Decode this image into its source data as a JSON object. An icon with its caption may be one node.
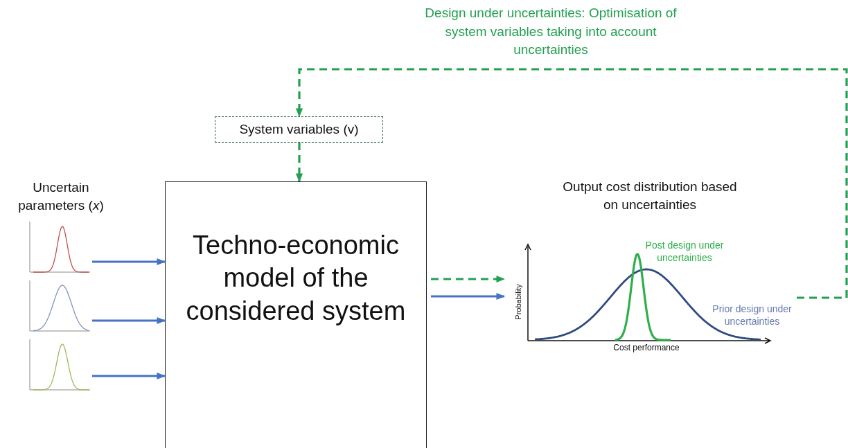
{
  "diagram": {
    "nodes": [
      {
        "text": [],
        "shape": "picture"
      },
      {
        "text": [],
        "shape": "picture"
      },
      {
        "text": [],
        "shape": "picture"
      },
      {
        "text": [
          "Techno-economic model of the considered system"
        ]
      },
      {
        "text": [
          "System variables (v)"
        ]
      },
      {
        "text": [
          "Output cost distribution based on uncertainties"
        ]
      }
    ],
    "edges": [
      {
        "from": 0,
        "to": 3,
        "arrow": "to"
      },
      {
        "from": 1,
        "to": 3,
        "arrow": "to"
      },
      {
        "from": 2,
        "to": 3,
        "arrow": "to"
      },
      {
        "from": 4,
        "to": 3,
        "arrow": "to",
        "style": "dashed",
        "color": "#22a050"
      },
      {
        "from": 3,
        "to": 5,
        "arrow": "to",
        "style": "dashed",
        "color": "#22a050"
      },
      {
        "from": 3,
        "to": 5,
        "arrow": "to"
      },
      {
        "from": 5,
        "to": 4,
        "arrow": "to",
        "style": "dashed",
        "color": "#22a050",
        "label": "Design under uncertainties: Optimisation of system variables taking into account uncertainties"
      }
    ],
    "labels": [
      "Uncertain parameters (*x*)",
      "Post design under uncertainties",
      "Probability",
      "Prior design under uncertainties",
      "Cost performance"
    ]
  }
}
